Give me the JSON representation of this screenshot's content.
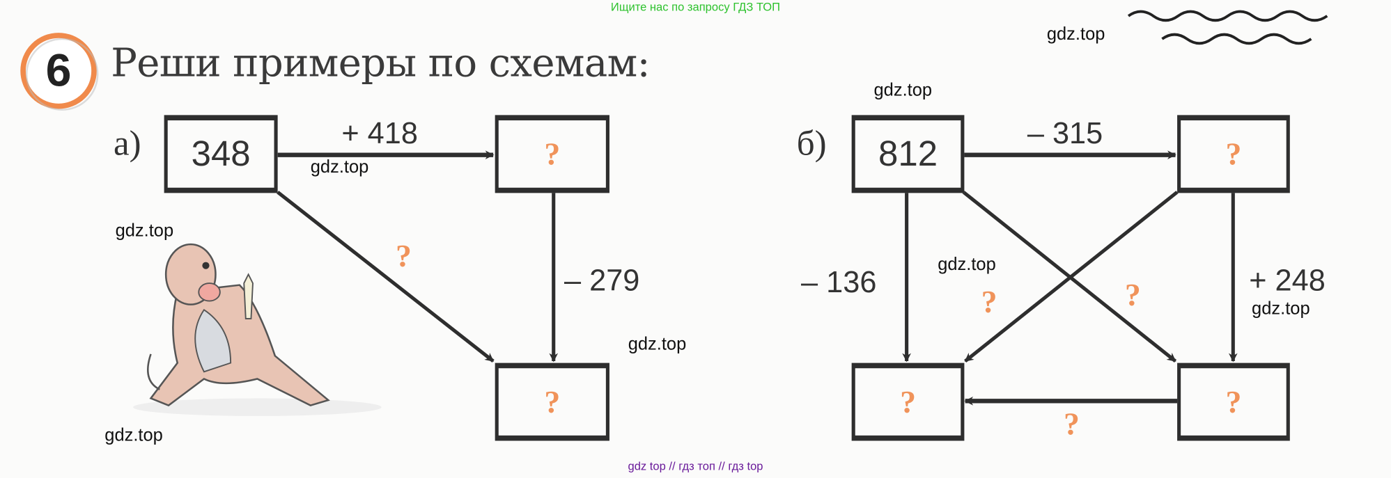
{
  "banner_top": "Ищите нас по запросу ГДЗ ТОП",
  "banner_bottom": "gdz top // гдз топ // гдз top",
  "watermark": "gdz.top",
  "task": {
    "number": "6",
    "title": "Реши примеры по схемам:"
  },
  "scheme_a": {
    "label": "а)",
    "start": "348",
    "op_right": "+ 418",
    "op_down": "– 279",
    "unknown": "?"
  },
  "scheme_b": {
    "label": "б)",
    "start": "812",
    "op_right": "– 315",
    "op_left_down": "– 136",
    "op_right_down": "+ 248",
    "unknown": "?"
  },
  "colors": {
    "accent": "#f0935a",
    "circle": "#f08a4b",
    "top_note": "#2ec22e",
    "bottom_note": "#6a1b9a"
  }
}
